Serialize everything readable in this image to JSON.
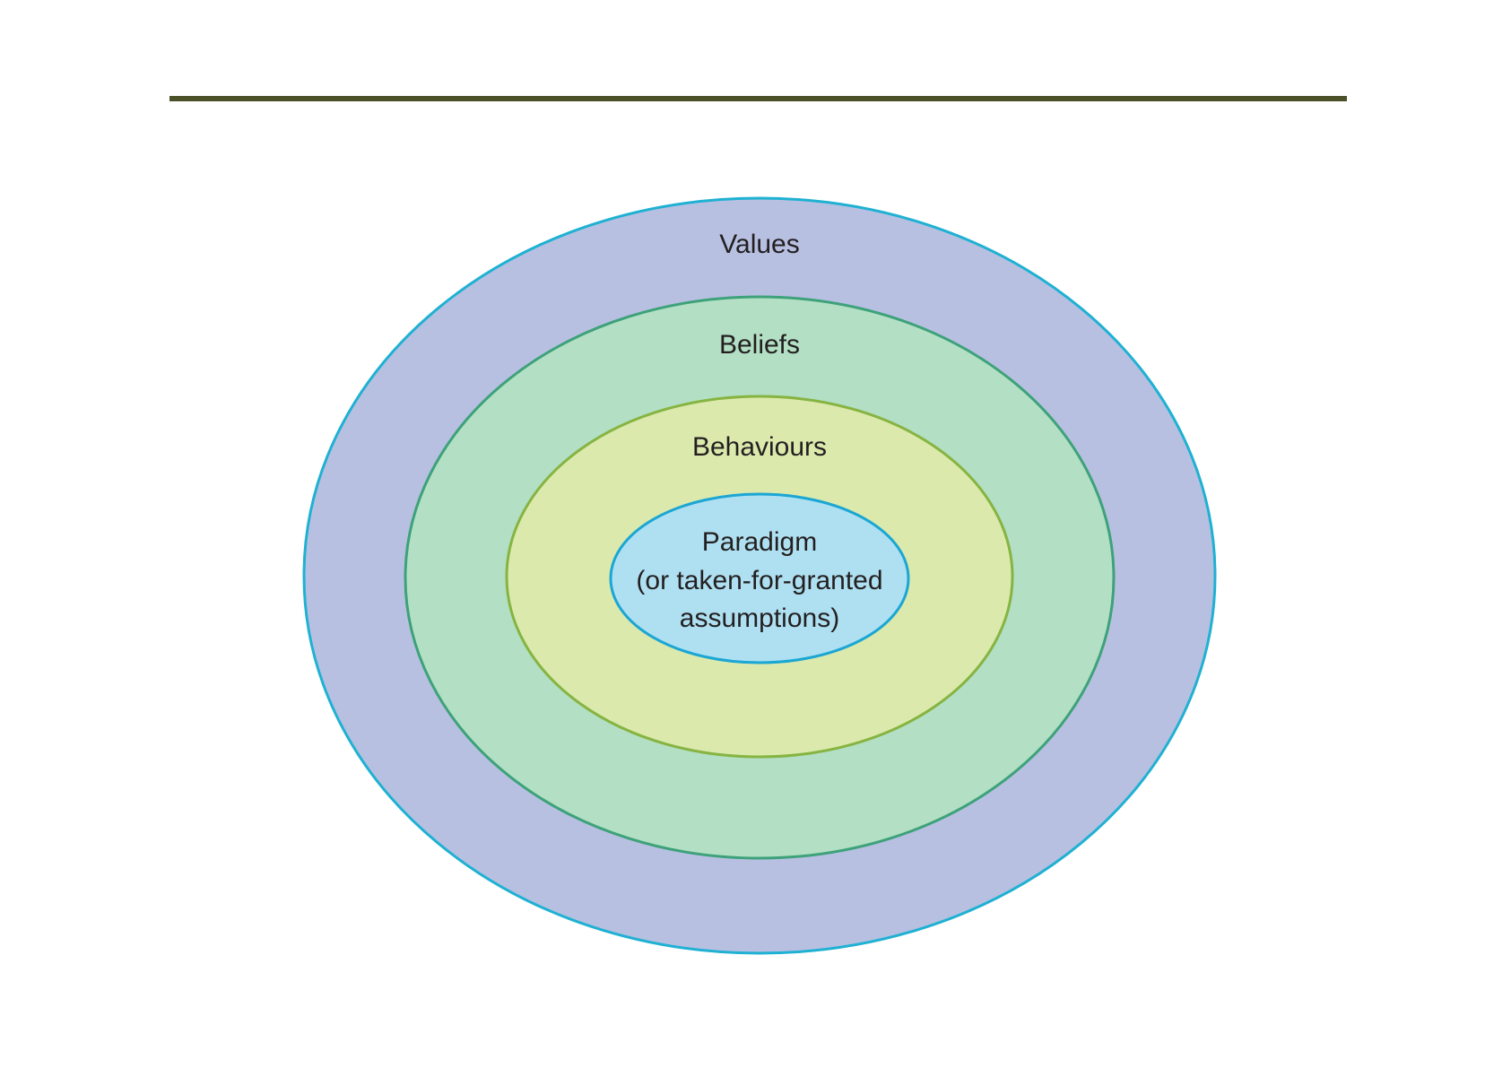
{
  "diagram": {
    "layers": [
      {
        "label": "Values",
        "fill": "#b8c0e2",
        "stroke": "#1fb1d2"
      },
      {
        "label": "Beliefs",
        "fill": "#b3dfc4",
        "stroke": "#3da27a"
      },
      {
        "label": "Behaviours",
        "fill": "#dbe9ad",
        "stroke": "#86b441"
      },
      {
        "label_lines": [
          "Paradigm",
          "(or taken-for-granted",
          "assumptions)"
        ],
        "fill": "#aee0f1",
        "stroke": "#1ba6d4"
      }
    ],
    "rule_color": "#4b5029"
  }
}
